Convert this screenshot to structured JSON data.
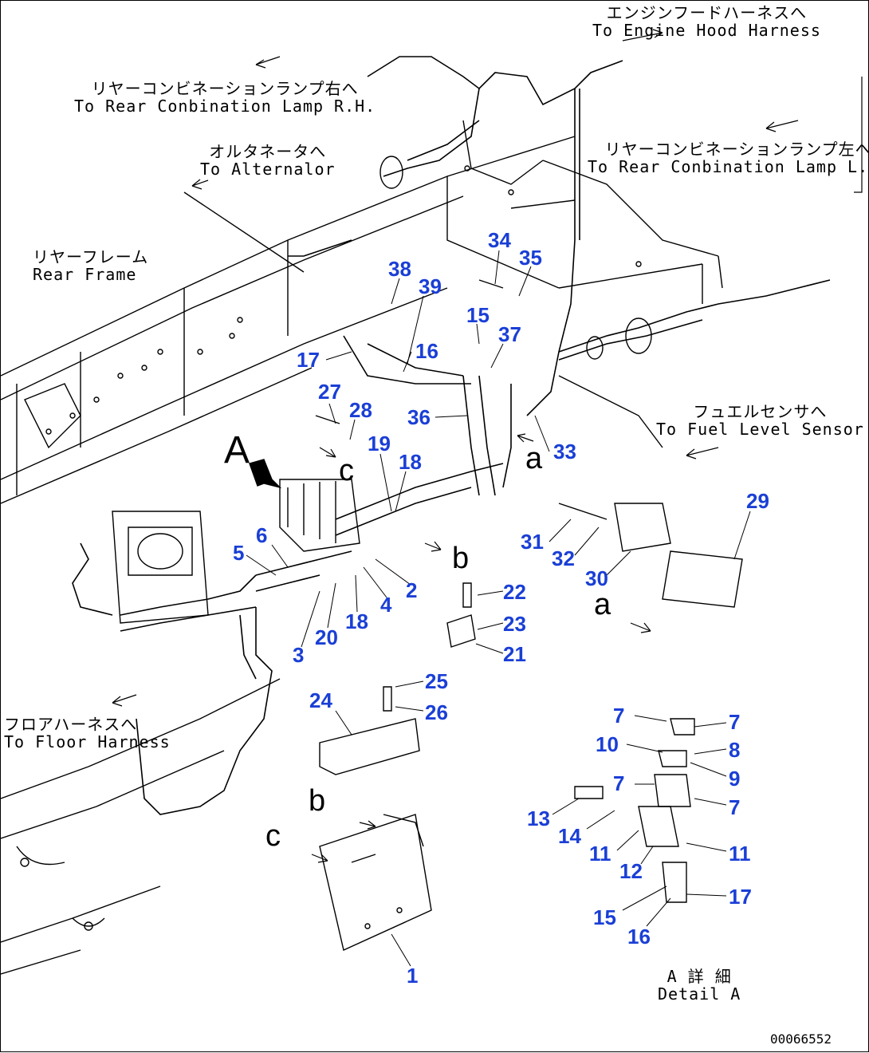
{
  "labels": {
    "engine_hood": {
      "jp": "エンジンフードハーネスへ",
      "en": "To Engine Hood Harness"
    },
    "rear_lamp_rh": {
      "jp": "リヤーコンビネーションランプ右へ",
      "en": "To Rear Conbination Lamp R.H."
    },
    "alternator": {
      "jp": "オルタネータへ",
      "en": "To Alternalor"
    },
    "rear_lamp_lh": {
      "jp": "リヤーコンビネーションランプ左へ",
      "en": "To Rear Conbination Lamp L.H."
    },
    "rear_frame": {
      "jp": "リヤーフレーム",
      "en": "Rear Frame"
    },
    "fuel_sensor": {
      "jp": "フュエルセンサへ",
      "en": "To Fuel Level Sensor"
    },
    "floor_harness": {
      "jp": "フロアハーネスへ",
      "en": "To Floor Harness"
    },
    "detail": {
      "jp": "A 詳 細",
      "en": "Detail A"
    }
  },
  "refs": {
    "A": "A",
    "a1": "a",
    "a2": "a",
    "b1": "b",
    "b2": "b",
    "c1": "c",
    "c2": "c"
  },
  "callouts": {
    "n34": "34",
    "n35": "35",
    "n38": "38",
    "n39": "39",
    "n15a": "15",
    "n37a": "37",
    "n17a": "17",
    "n16a": "16",
    "n27": "27",
    "n28": "28",
    "n36": "36",
    "n19": "19",
    "n18a": "18",
    "n33": "33",
    "n6": "6",
    "n5": "5",
    "n29": "29",
    "n31": "31",
    "n32": "32",
    "n30": "30",
    "n2": "2",
    "n4": "4",
    "n18b": "18",
    "n20": "20",
    "n3": "3",
    "n22": "22",
    "n23": "23",
    "n21": "21",
    "n25": "25",
    "n24": "24",
    "n26": "26",
    "n7a": "7",
    "n7b": "7",
    "n10": "10",
    "n8": "8",
    "n9": "9",
    "n7c": "7",
    "n7d": "7",
    "n13": "13",
    "n14": "14",
    "n11a": "11",
    "n11b": "11",
    "n12": "12",
    "n15b": "15",
    "n17b": "17",
    "n16b": "16",
    "n1": "1"
  },
  "doc_id": "00066552",
  "colors": {
    "callout": "#1a3fd6",
    "line": "#000000"
  }
}
